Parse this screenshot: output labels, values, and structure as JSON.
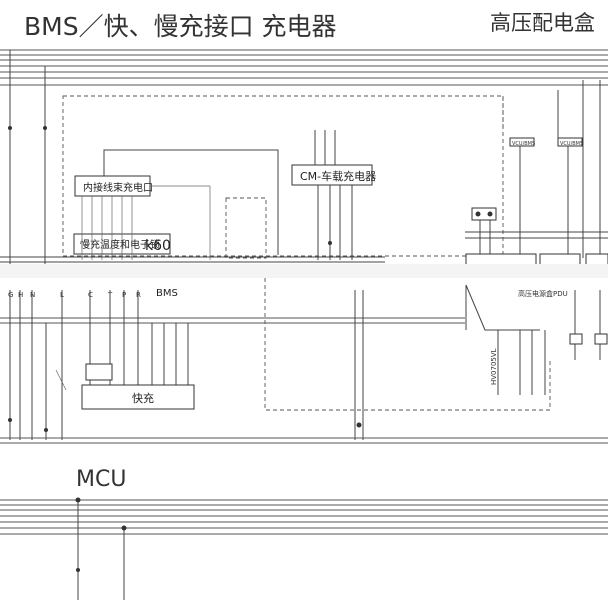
{
  "headers": {
    "bms_title": "BMS／快、慢充接口 充电器",
    "hv_title": "高压配电盒",
    "mcu_title": "MCU"
  },
  "components": {
    "inner_socket": "内接线束充电口",
    "slow_lock": "慢充温度和电子锁",
    "slow_lock_code": "k60",
    "charger": "CM-车载充电器",
    "fast_charge": "快充",
    "pdu": "高压电源盒PDU",
    "bms_tag": "BMS",
    "ecu_tag_1": "VCU/BMS",
    "ecu_tag_2": "VCU/BMS",
    "relay_tag": "HV0705VL"
  },
  "pins": {
    "top_row": [
      "G",
      "H",
      "N",
      "L",
      "C",
      "T",
      "P",
      "R"
    ]
  },
  "colors": {
    "wire": "#444444",
    "text": "#333333"
  }
}
